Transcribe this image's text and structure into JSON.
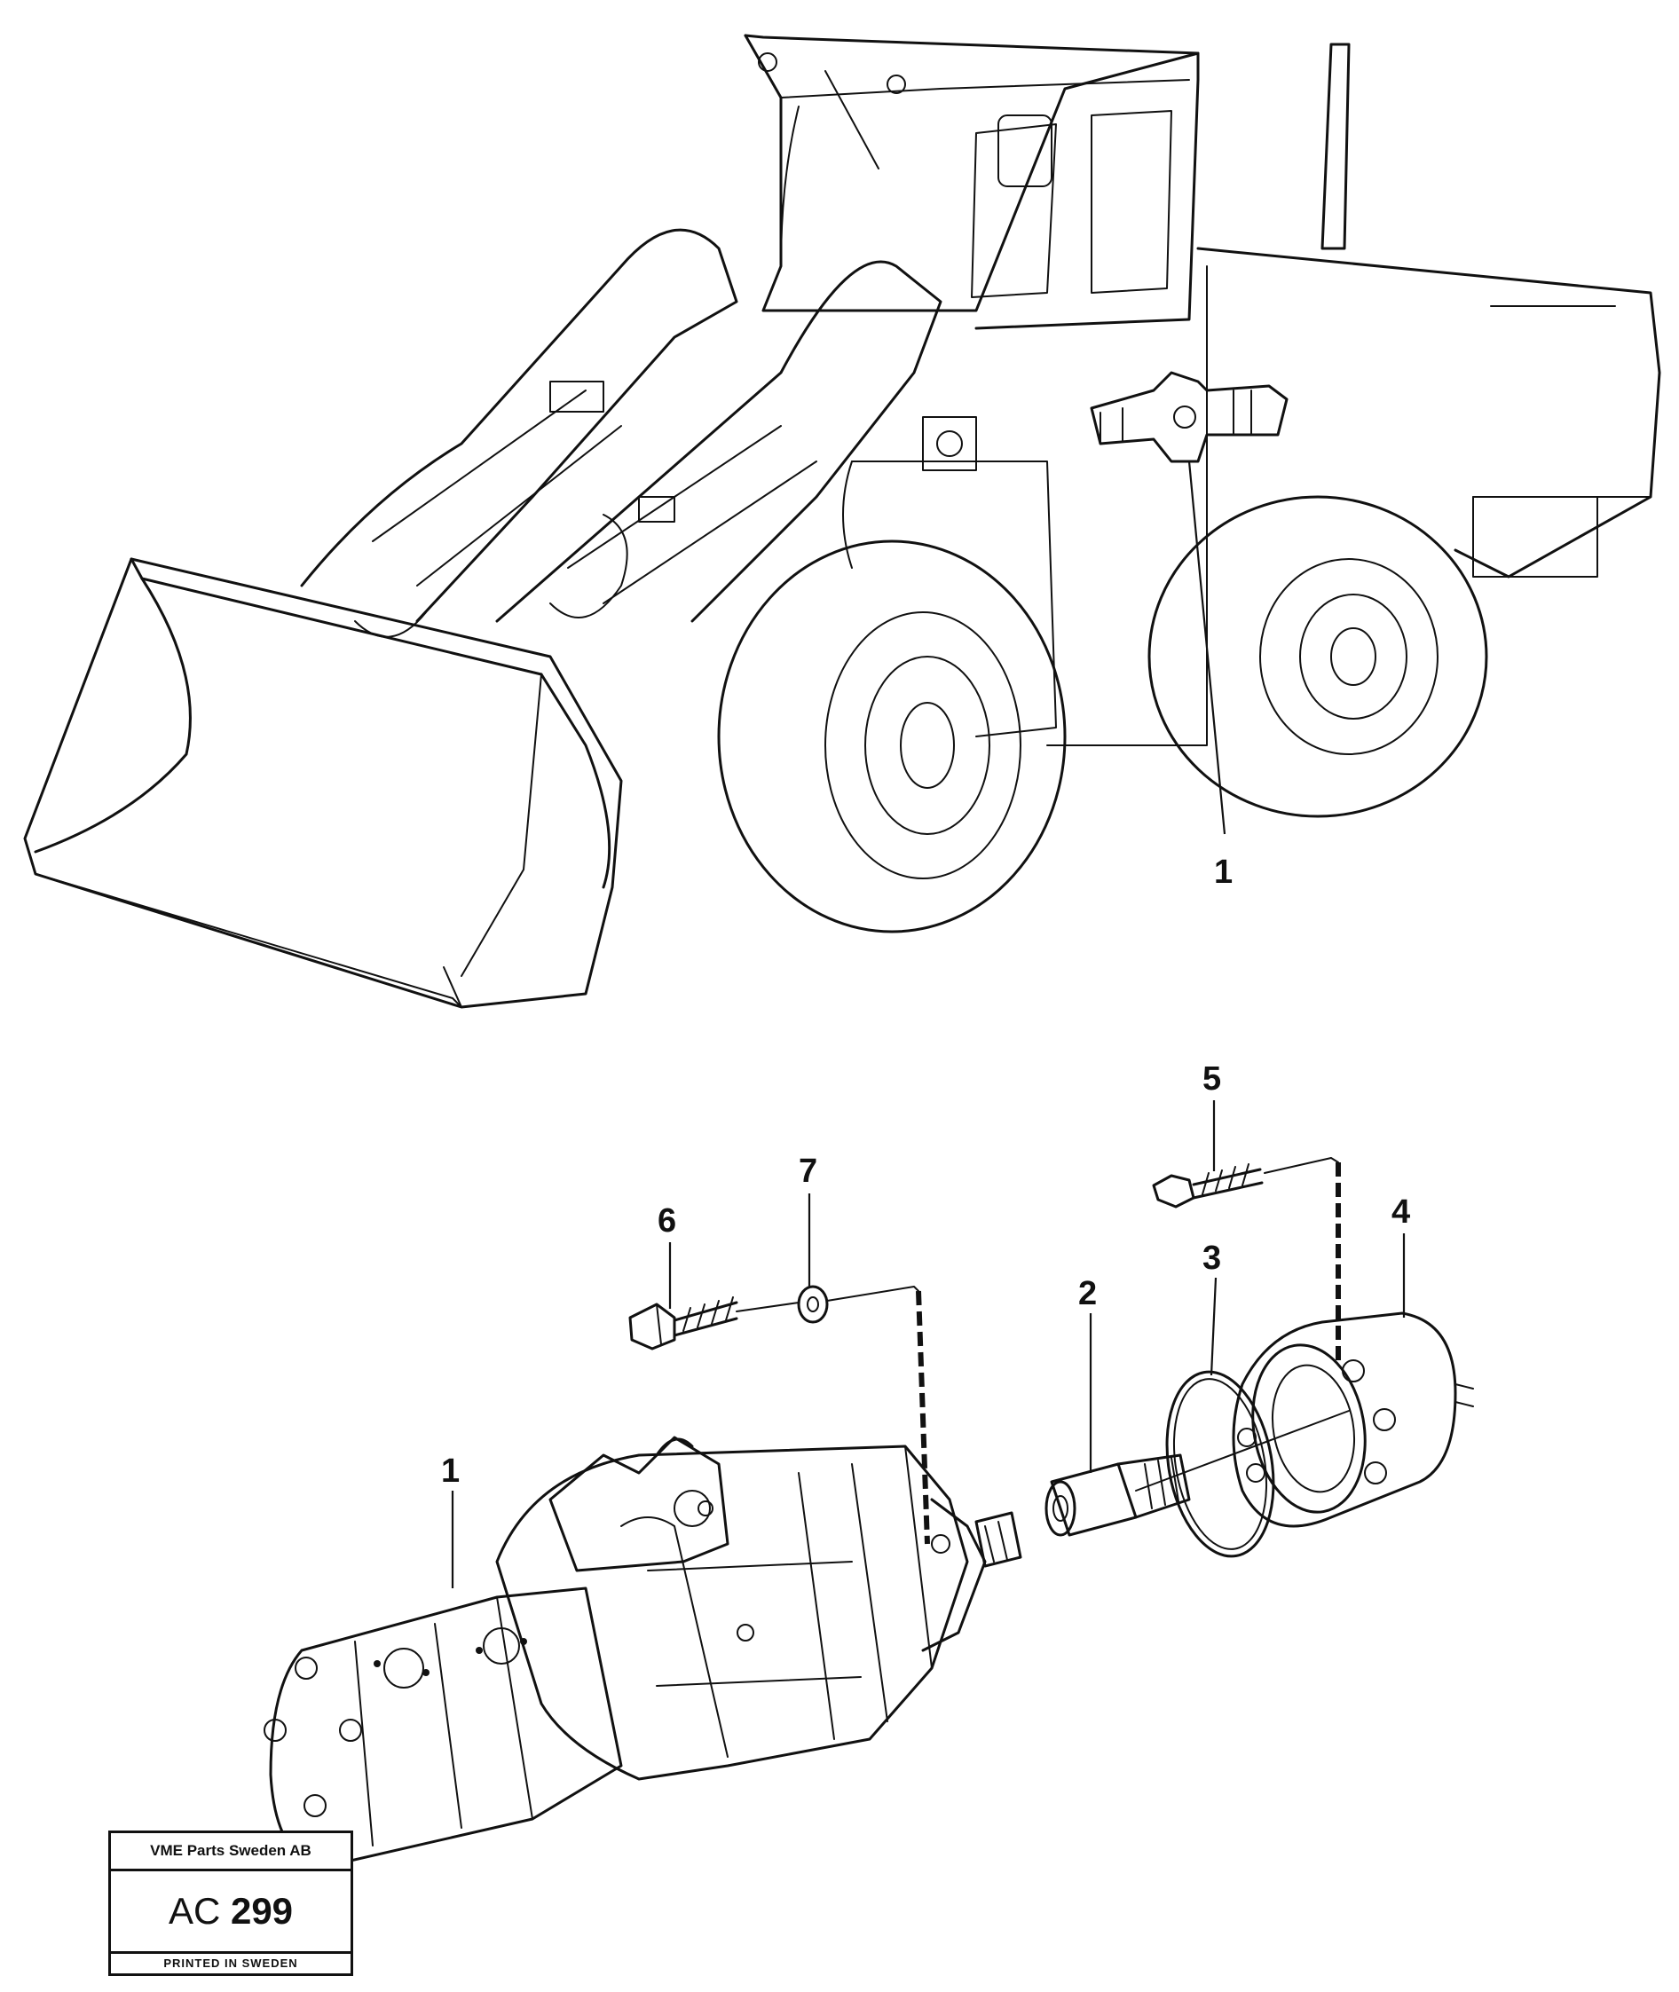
{
  "callouts": {
    "loader_pump": "1",
    "pump": "1",
    "coupling_sleeve": "2",
    "o_ring": "3",
    "flange_housing": "4",
    "screw_flange": "5",
    "screw_pump": "6",
    "washer": "7"
  },
  "stamp": {
    "company": "VME Parts Sweden AB",
    "code_prefix": "AC",
    "code_number": "299",
    "footer": "PRINTED IN SWEDEN"
  }
}
